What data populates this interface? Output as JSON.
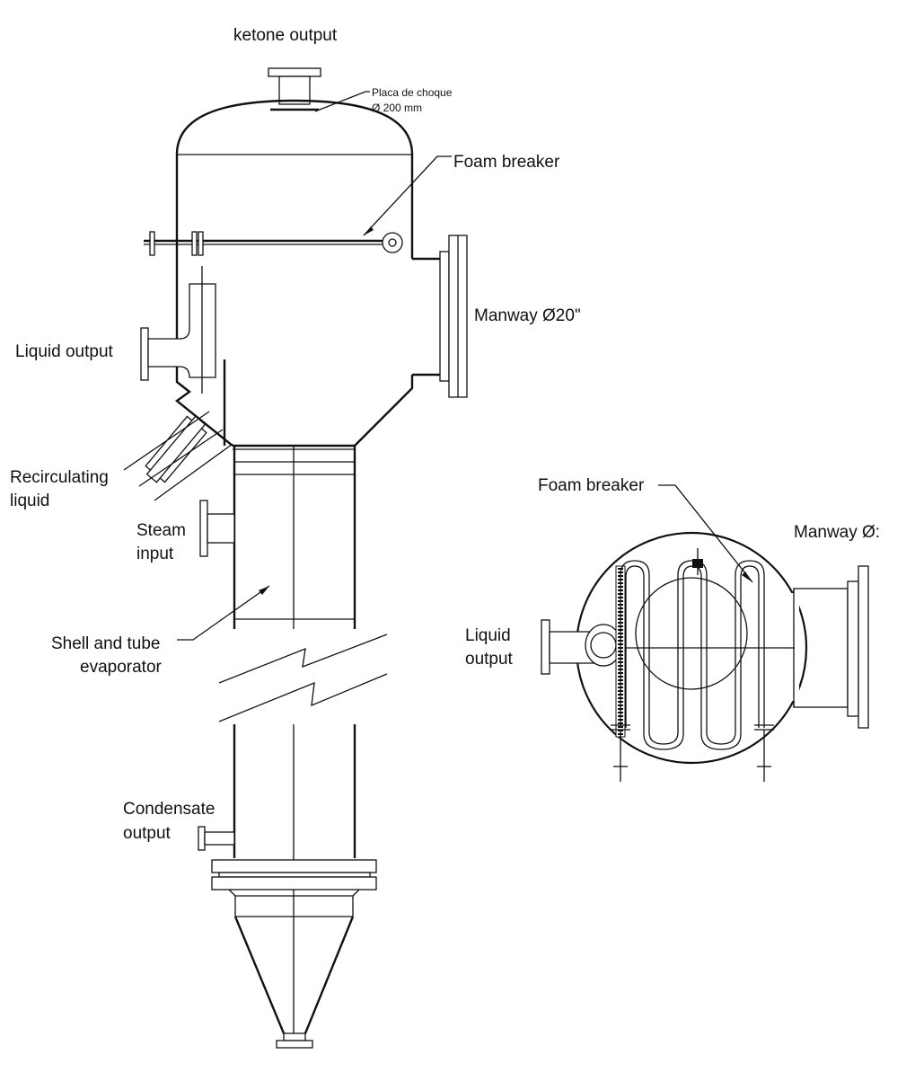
{
  "labels": {
    "ketone_output": "ketone output",
    "impact_plate_line1": "Placa de choque",
    "impact_plate_line2": "Ø 200 mm",
    "foam_breaker": "Foam breaker",
    "manway": "Manway Ø20\"",
    "liquid_output": "Liquid output",
    "recirculating_line1": "Recirculating",
    "recirculating_line2": "liquid",
    "steam_line1": "Steam",
    "steam_line2": "input",
    "shell_line1": "Shell and tube",
    "shell_line2": "evaporator",
    "condensate_line1": "Condensate",
    "condensate_line2": "output"
  },
  "detail_view": {
    "foam_breaker": "Foam breaker",
    "manway": "Manway Ø:",
    "liquid_line1": "Liquid",
    "liquid_line2": "output"
  },
  "colors": {
    "line": "#111111",
    "background": "#ffffff"
  }
}
